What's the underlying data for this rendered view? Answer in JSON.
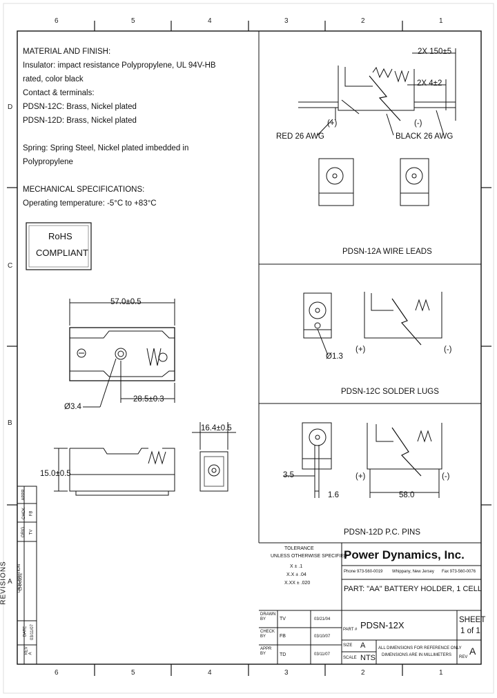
{
  "zones_top": [
    "6",
    "5",
    "4",
    "3",
    "2",
    "1"
  ],
  "zones_bottom": [
    "6",
    "5",
    "4",
    "3",
    "2",
    "1"
  ],
  "zones_left": [
    "D",
    "C",
    "B",
    "A"
  ],
  "notes": {
    "material_title": "MATERIAL AND FINISH:",
    "lines": [
      "Insulator: impact resistance Polypropylene, UL 94V-HB",
      "rated, color black",
      "Contact & terminals:",
      "PDSN-12C: Brass, Nickel plated",
      "PDSN-12D: Brass, Nickel plated",
      "",
      "Spring: Spring Steel, Nickel plated imbedded in",
      "Polypropylene"
    ],
    "mech_title": "MECHANICAL SPECIFICATIONS:",
    "operating": "Operating temperature: -5°C to +83°C"
  },
  "rohs": {
    "line1": "RoHS",
    "line2": "COMPLIANT"
  },
  "dims": {
    "length": "57.0±0.5",
    "offset": "28.5±0.3",
    "hole": "Ø3.4",
    "height": "15.0±0.5",
    "width": "16.4±0.5",
    "lead_length": "2X 150±5",
    "strip": "2X 4±2",
    "lug_hole": "Ø1.3",
    "pin_offset": "3.5",
    "pin_width": "1.6",
    "pin_span": "58.0"
  },
  "wire": {
    "red": "RED 26 AWG",
    "black": "BLACK 26 AWG",
    "plus": "(+)",
    "minus": "(-)"
  },
  "views": {
    "12a": "PDSN-12A  WIRE LEADS",
    "12c": "PDSN-12C SOLDER LUGS",
    "12d": "PDSN-12D  P.C. PINS"
  },
  "tolerance": {
    "title": "TOLERANCE",
    "sub": "UNLESS OTHERWISE SPECIFIED",
    "rows": [
      "X    ±  .1",
      "X.X    ±  .04",
      "X.XX    ±  .020"
    ]
  },
  "company": {
    "name": "Power Dynamics, Inc.",
    "phone": "Phone 973-560-0019",
    "city": "Whippany, New Jersey",
    "fax": "Fax 973-560-0076"
  },
  "title_block": {
    "part": "PART: \"AA\" BATTERY HOLDER, 1 CELL",
    "drawn_label": "DRAWN BY",
    "drawn_by": "TV",
    "drawn_date": "03/21/04",
    "check_label": "CHECK BY",
    "check_by": "FB",
    "check_date": "03/10/07",
    "appr_label": "APPR BY",
    "appr_by": "TD",
    "appr_date": "03/11/07",
    "part_no_label": "PART #",
    "part_no": "PDSN-12X",
    "size_label": "SIZE",
    "size": "A",
    "scale_label": "SCALE",
    "scale": "NTS",
    "note1": "ALL DIMENSIONS FOR REFERENCE ONLY",
    "note2": "DIMENSIONS ARE IN MILLIMETERS",
    "sheet_label": "SHEET",
    "sheet": "1 of 1",
    "rev_label": "REV",
    "rev": "A"
  },
  "revisions": {
    "title": "REVISIONS",
    "headers": [
      "REV",
      "DATE",
      "DESCRIPTION",
      "CHANGE",
      "ORIG",
      "CHCK",
      "APPR"
    ],
    "row": [
      "A",
      "03/11/07",
      "",
      "",
      "TV",
      "FB",
      ""
    ]
  }
}
